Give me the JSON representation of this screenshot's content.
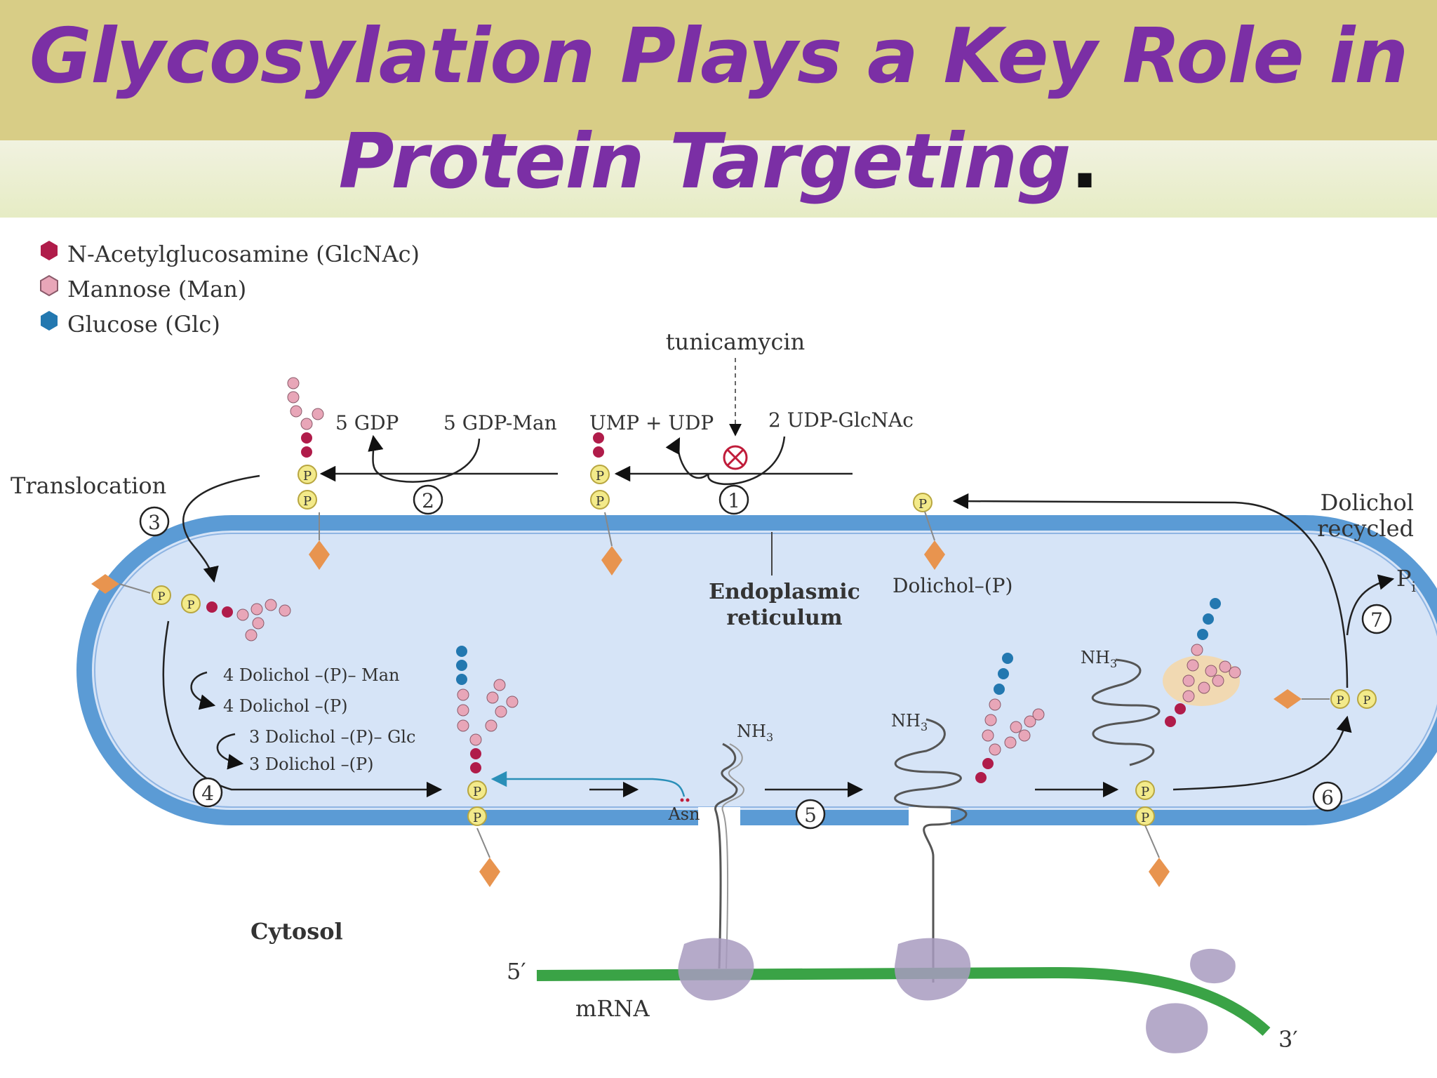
{
  "title": {
    "line1": "Glycosylation Plays a Key Role in",
    "line2": "Protein Targeting",
    "end_mark": "."
  },
  "legend": [
    {
      "label": "N-Acetylglucosamine (GlcNAc)",
      "color": "#b01c4a",
      "icon": "glcnac-hexagon-icon"
    },
    {
      "label": "Mannose (Man)",
      "color": "#e8a6b8",
      "icon": "mannose-hexagon-icon"
    },
    {
      "label": "Glucose (Glc)",
      "color": "#2378b0",
      "icon": "glucose-hexagon-icon"
    }
  ],
  "labels": {
    "tunicamycin": "tunicamycin",
    "gdp": "5 GDP",
    "gdp_man": "5 GDP-Man",
    "ump_udp": "UMP + UDP",
    "udp_glcnac": "2 UDP-GlcNAc",
    "translocation": "Translocation",
    "dolichol_recycled_1": "Dolichol",
    "dolichol_recycled_2": "recycled",
    "pi": "P",
    "pi_sub": "i",
    "er_1": "Endoplasmic",
    "er_2": "reticulum",
    "dolichol_p": "Dolichol",
    "dol_man_1": "4 Dolichol",
    "dol_man_1b": "Man",
    "dol_man_2": "4 Dolichol",
    "dol_glc_1": "3 Dolichol",
    "dol_glc_1b": "Glc",
    "dol_glc_2": "3 Dolichol",
    "asn": "Asn",
    "nh3": "NH",
    "nh3_sub": "3",
    "cytosol": "Cytosol",
    "mrna": "mRNA",
    "five_prime": "5′",
    "three_prime": "3′",
    "p": "P"
  },
  "steps": [
    "1",
    "2",
    "3",
    "4",
    "5",
    "6",
    "7"
  ],
  "colors": {
    "membrane": "#5b9bd5",
    "lumen": "#d6e4f7",
    "mrna": "#3aa346",
    "ribosome": "#a89bc0",
    "dolichol": "#e8944f",
    "phosphate": "#f3ea8a",
    "title": "#7b2fa5"
  }
}
